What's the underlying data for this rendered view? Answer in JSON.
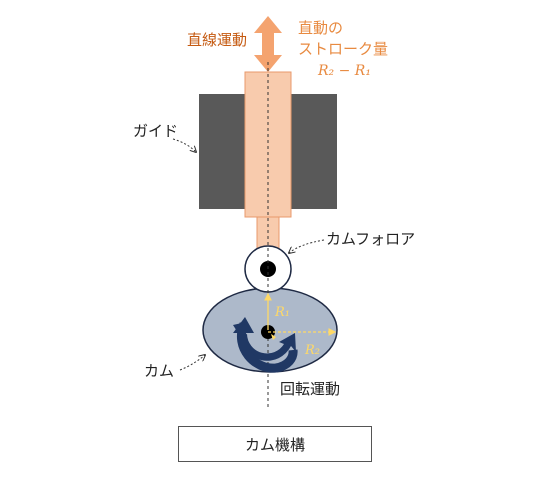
{
  "labels": {
    "linear_motion": "直線運動",
    "stroke_line1": "直動の",
    "stroke_line2": "ストローク量",
    "stroke_formula": "R₂ − R₁",
    "guide": "ガイド",
    "cam_follower": "カムフォロア",
    "cam": "カム",
    "rotation": "回転運動",
    "r1": "R₁",
    "r2": "R₂",
    "caption": "カム機構"
  },
  "colors": {
    "orange_text": "#e88a40",
    "linear_text": "#c55a11",
    "arrow": "#f4a36f",
    "rod": "#f8cbad",
    "rod_edge": "#e89a6c",
    "guide": "#595959",
    "cam_fill": "#adb9ca",
    "cam_edge": "#1f2a44",
    "rotation_arrow": "#203864",
    "radius_line": "#ffd966"
  }
}
